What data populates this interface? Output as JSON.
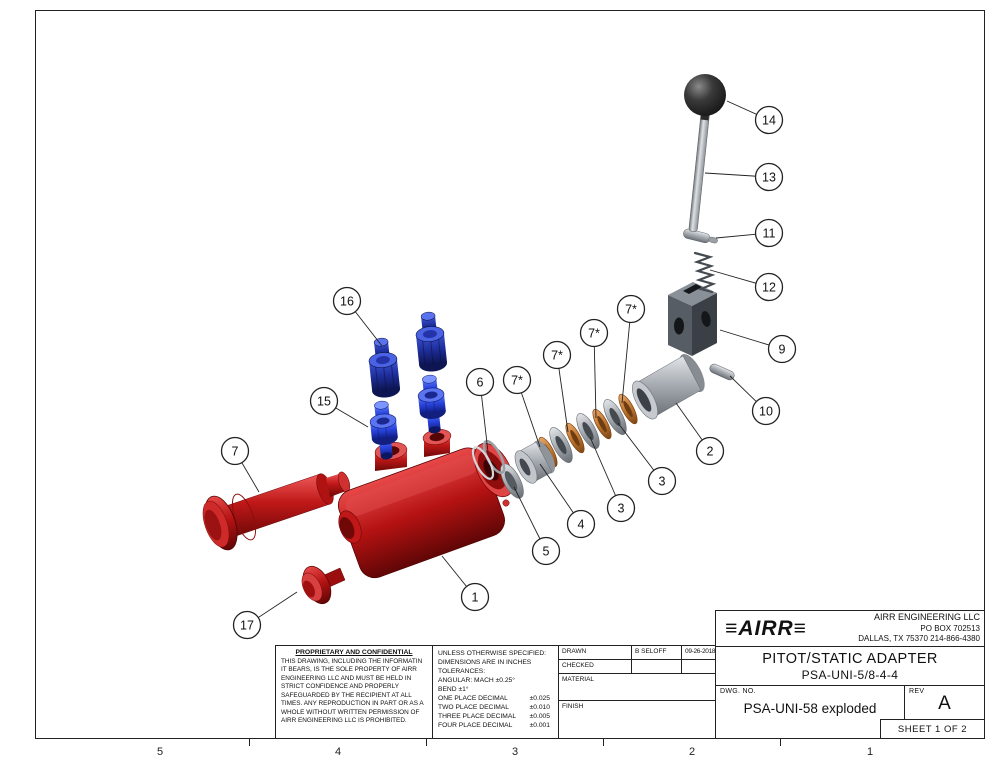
{
  "sheet": {
    "grid_labels": [
      "5",
      "4",
      "3",
      "2",
      "1"
    ]
  },
  "title_block": {
    "company": {
      "logo": "≡AIRR≡",
      "name": "AIRR ENGINEERING LLC",
      "address1": "PO BOX 702513",
      "address2": "DALLAS, TX 75370  214-866-4380"
    },
    "title_line1": "PITOT/STATIC ADAPTER",
    "title_line2": "PSA-UNI-5/8-4-4",
    "dwg_label": "DWG.  NO.",
    "dwg_no": "PSA-UNI-58 exploded",
    "rev_label": "REV",
    "rev_value": "A",
    "sheet_label": "SHEET 1 OF 2",
    "approvals": {
      "drawn_label": "DRAWN",
      "drawn_by": "B SELOFF",
      "drawn_date": "09-26-2018",
      "checked_label": "CHECKED",
      "material_label": "MATERIAL",
      "finish_label": "FINISH"
    },
    "proprietary": {
      "heading": "PROPRIETARY AND CONFIDENTIAL",
      "body": "THIS DRAWING, INCLUDING THE INFORMATIN IT BEARS, IS THE SOLE PROPERTY OF AIRR ENGINEERING LLC AND MUST BE HELD IN STRICT CONFIDENCE AND PROPERLY SAFEGUARDED BY THE RECIPIENT AT ALL TIMES.  ANY REPRODUCTION IN PART OR AS A WHOLE WITHOUT WRITTEN PERMISSION OF AIRR ENGINEERING LLC IS PROHIBITED."
    },
    "tolerances": {
      "header1": "UNLESS OTHERWISE SPECIFIED:",
      "header2": "DIMENSIONS ARE IN INCHES",
      "header3": "TOLERANCES:",
      "angular": "ANGULAR: MACH ±0.25°",
      "bend": "BEND ±1°",
      "rows": [
        {
          "label": "ONE PLACE DECIMAL",
          "value": "±0.025"
        },
        {
          "label": "TWO PLACE DECIMAL",
          "value": "±0.010"
        },
        {
          "label": "THREE PLACE DECIMAL",
          "value": "±0.005"
        },
        {
          "label": "FOUR PLACE DECIMAL",
          "value": "±0.001"
        }
      ]
    }
  },
  "balloons": [
    {
      "label": "14"
    },
    {
      "label": "13"
    },
    {
      "label": "11"
    },
    {
      "label": "12"
    },
    {
      "label": "9"
    },
    {
      "label": "10"
    },
    {
      "label": "2"
    },
    {
      "label": "16"
    },
    {
      "label": "15"
    },
    {
      "label": "6"
    },
    {
      "label": "7*"
    },
    {
      "label": "7*"
    },
    {
      "label": "7*"
    },
    {
      "label": "7*"
    },
    {
      "label": "3"
    },
    {
      "label": "3"
    },
    {
      "label": "4"
    },
    {
      "label": "5"
    },
    {
      "label": "1"
    },
    {
      "label": "7"
    },
    {
      "label": "17"
    }
  ],
  "colors": {
    "body_red": "#c01818",
    "fitting_blue": "#2a46e0",
    "cap_navy": "#1a2470",
    "oring_orange": "#c07830",
    "metal_gray": "#a9aeb4",
    "handle_black": "#111111"
  }
}
